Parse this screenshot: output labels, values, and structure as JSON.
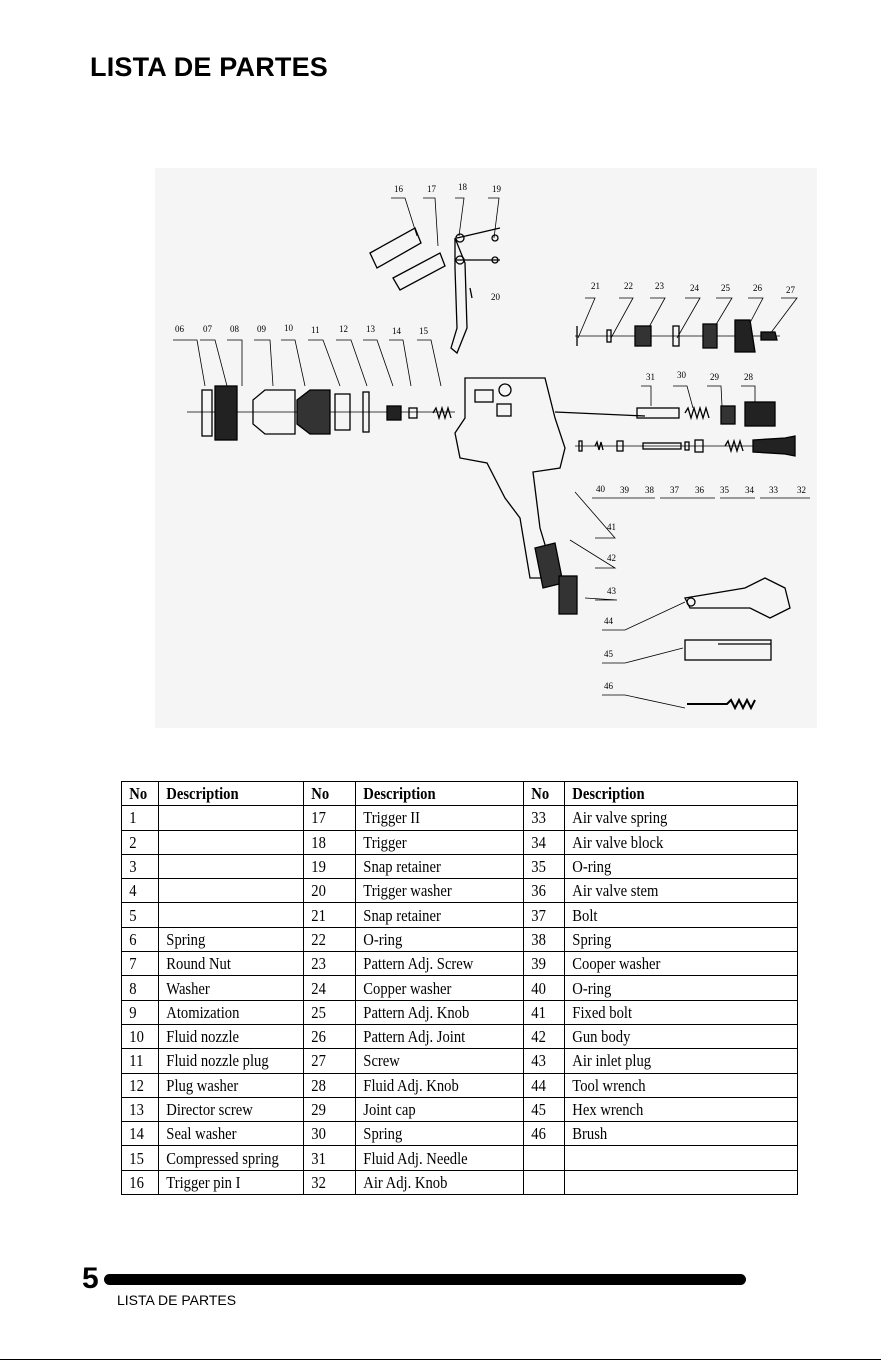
{
  "page_title": "LISTA DE PARTES",
  "diagram": {
    "callouts": [
      "16",
      "17",
      "18",
      "19",
      "20",
      "21",
      "22",
      "23",
      "24",
      "25",
      "26",
      "27",
      "06",
      "07",
      "08",
      "09",
      "10",
      "11",
      "12",
      "13",
      "14",
      "15",
      "31",
      "30",
      "29",
      "28",
      "40",
      "39",
      "38",
      "37",
      "36",
      "35",
      "34",
      "33",
      "32",
      "41",
      "42",
      "43",
      "44",
      "45",
      "46"
    ]
  },
  "table": {
    "headers": [
      "No",
      "Description",
      "No",
      "Description",
      "No",
      "Description"
    ],
    "rows": [
      [
        "1",
        "",
        "17",
        "Trigger II",
        "33",
        "Air valve spring"
      ],
      [
        "2",
        "",
        "18",
        "Trigger",
        "34",
        "Air valve block"
      ],
      [
        "3",
        "",
        "19",
        "Snap retainer",
        "35",
        "O-ring"
      ],
      [
        "4",
        "",
        "20",
        "Trigger washer",
        "36",
        "Air valve stem"
      ],
      [
        "5",
        "",
        "21",
        "Snap retainer",
        "37",
        "Bolt"
      ],
      [
        "6",
        "Spring",
        "22",
        "O-ring",
        "38",
        "Spring"
      ],
      [
        "7",
        "Round Nut",
        "23",
        "Pattern Adj. Screw",
        "39",
        "Cooper washer"
      ],
      [
        "8",
        "Washer",
        "24",
        "Copper washer",
        "40",
        "O-ring"
      ],
      [
        "9",
        "Atomization",
        "25",
        "Pattern Adj. Knob",
        "41",
        "Fixed bolt"
      ],
      [
        "10",
        "Fluid nozzle",
        "26",
        "Pattern Adj. Joint",
        "42",
        "Gun body"
      ],
      [
        "11",
        "Fluid nozzle plug",
        "27",
        "Screw",
        "43",
        "Air inlet plug"
      ],
      [
        "12",
        "Plug washer",
        "28",
        "Fluid Adj. Knob",
        "44",
        "Tool wrench"
      ],
      [
        "13",
        "Director screw",
        "29",
        "Joint cap",
        "45",
        "Hex wrench"
      ],
      [
        "14",
        "Seal washer",
        "30",
        "Spring",
        "46",
        "Brush"
      ],
      [
        "15",
        "Compressed spring",
        "31",
        "Fluid Adj. Needle",
        "",
        ""
      ],
      [
        "16",
        "Trigger pin I",
        "32",
        "Air Adj. Knob",
        "",
        ""
      ]
    ]
  },
  "footer": {
    "page_number": "5",
    "label": "LISTA DE PARTES"
  }
}
